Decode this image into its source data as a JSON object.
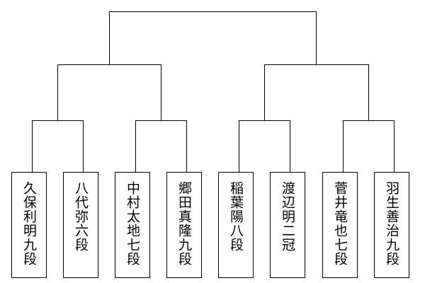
{
  "bracket": {
    "line_color": "#000000",
    "players": [
      {
        "name": "久保利明九段"
      },
      {
        "name": "八代弥六段"
      },
      {
        "name": "中村太地七段"
      },
      {
        "name": "郷田真隆九段"
      },
      {
        "name": "稲葉陽八段"
      },
      {
        "name": "渡辺明二冠"
      },
      {
        "name": "菅井竜也七段"
      },
      {
        "name": "羽生善治九段"
      }
    ]
  }
}
